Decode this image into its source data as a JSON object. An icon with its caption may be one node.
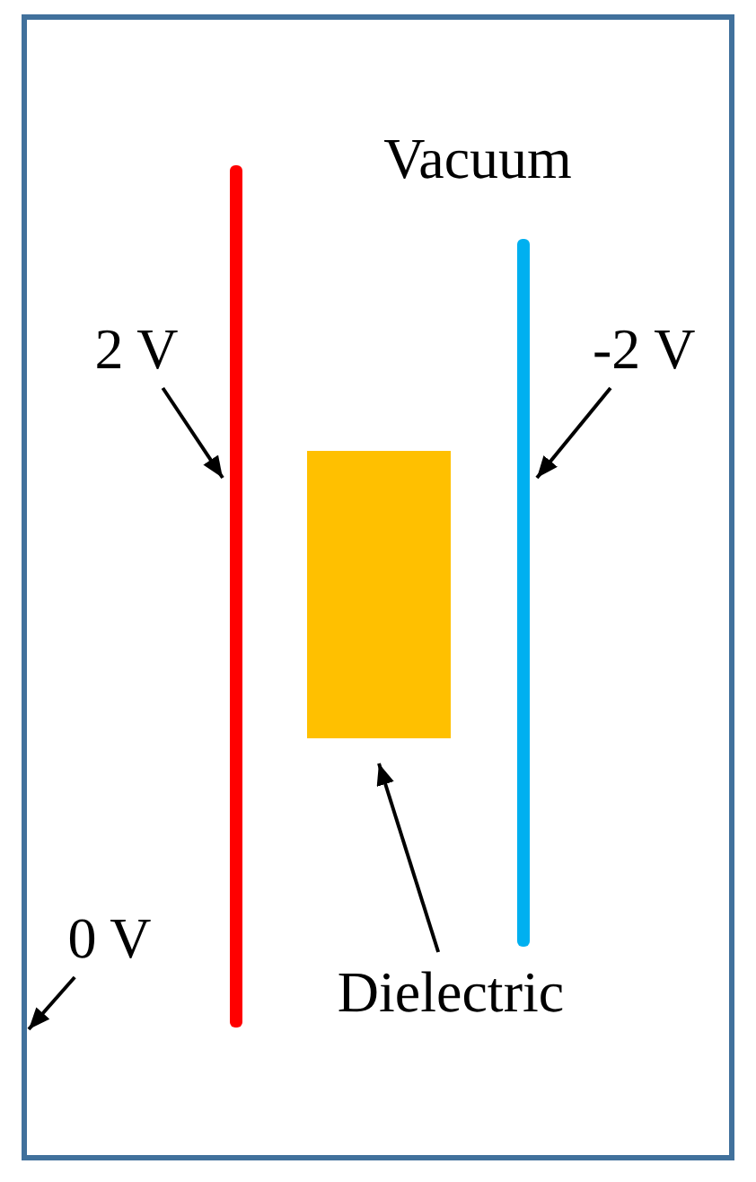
{
  "diagram": {
    "nodes": [
      {
        "text": [],
        "shape": "box"
      },
      {
        "text": [
          "2 V"
        ],
        "in": 0
      },
      {
        "text": [],
        "shape": "bar",
        "in": 0
      },
      {
        "text": [
          "-2 V"
        ],
        "in": 0
      },
      {
        "text": [],
        "shape": "bar",
        "in": 0
      },
      {
        "text": [],
        "shape": "box",
        "in": 0
      },
      {
        "text": [
          "Dielectric"
        ],
        "in": 0
      },
      {
        "text": [
          "0 V"
        ],
        "in": 0
      }
    ],
    "edges": [
      {
        "from": 1,
        "to": 2,
        "arrow": "to"
      },
      {
        "from": 3,
        "to": 4,
        "arrow": "to"
      },
      {
        "from": 6,
        "to": 5,
        "arrow": "to"
      },
      {
        "from": 7,
        "to": 0,
        "arrow": "to"
      }
    ],
    "labels": [
      "Vacuum"
    ]
  }
}
